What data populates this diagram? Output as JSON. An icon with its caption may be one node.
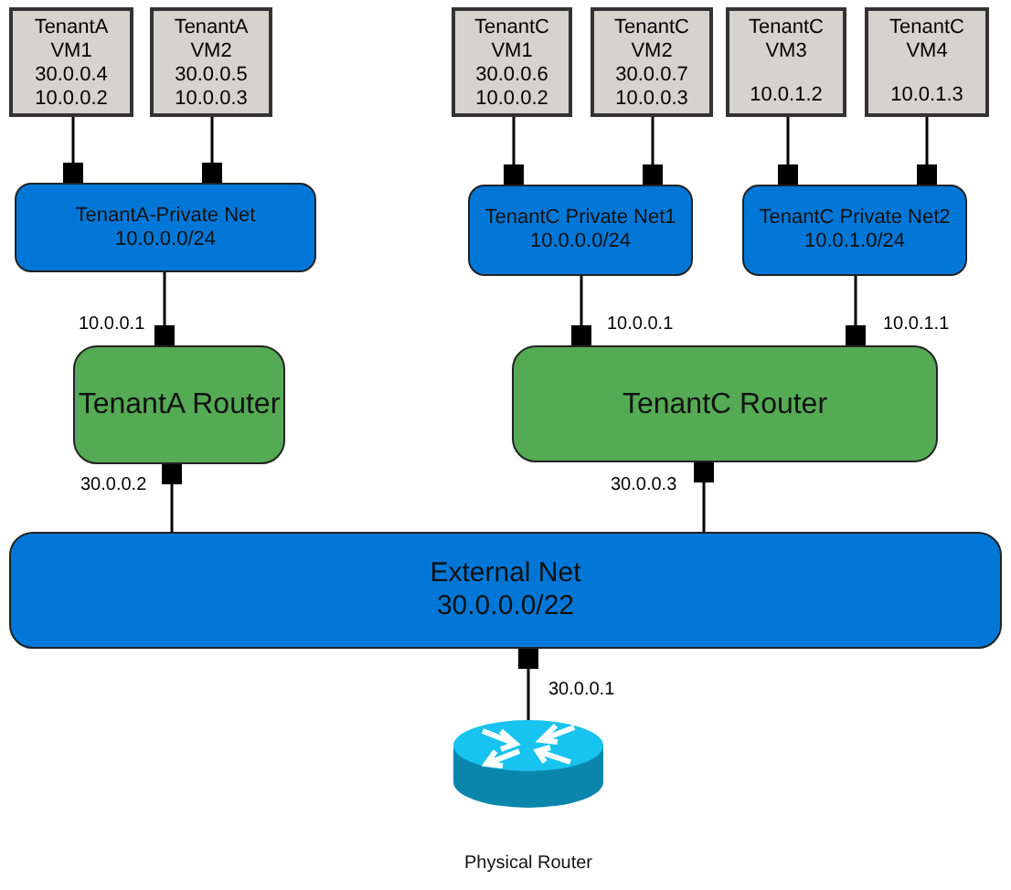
{
  "diagram": {
    "nodes": [
      {
        "text": [
          "TenantA VM1",
          "30.0.0.4 10.0.0.2"
        ]
      },
      {
        "text": [
          "TenantA VM2",
          "30.0.0.5 10.0.0.3"
        ]
      },
      {
        "text": [
          "TenantC VM1",
          "30.0.0.6 10.0.0.2"
        ]
      },
      {
        "text": [
          "TenantC VM2",
          "30.0.0.7 10.0.0.3"
        ]
      },
      {
        "text": [
          "TenantC VM3",
          "10.0.1.2"
        ]
      },
      {
        "text": [
          "TenantC VM4",
          "10.0.1.3"
        ]
      },
      {
        "text": [
          "TenantA-Private Net",
          "10.0.0.0/24"
        ]
      },
      {
        "text": [
          "TenantC Private Net1",
          "10.0.0.0/24"
        ]
      },
      {
        "text": [
          "TenantC Private Net2",
          "10.0.1.0/24"
        ]
      },
      {
        "text": [
          "TenantA Router"
        ]
      },
      {
        "text": [
          "TenantC Router"
        ]
      },
      {
        "text": [
          "External Net",
          "30.0.0.0/22"
        ]
      },
      {
        "text": [
          "Physical Router"
        ]
      }
    ],
    "edges": [
      {
        "from": 0,
        "to": 6,
        "arrow": "other"
      },
      {
        "from": 1,
        "to": 6,
        "arrow": "other"
      },
      {
        "from": 2,
        "to": 7,
        "arrow": "other"
      },
      {
        "from": 3,
        "to": 7,
        "arrow": "other"
      },
      {
        "from": 4,
        "to": 8,
        "arrow": "other"
      },
      {
        "from": 5,
        "to": 8,
        "arrow": "other"
      },
      {
        "from": 6,
        "to": 9,
        "arrow": "other",
        "label": "10.0.0.1"
      },
      {
        "from": 7,
        "to": 10,
        "arrow": "other",
        "label": "10.0.0.1"
      },
      {
        "from": 8,
        "to": 10,
        "arrow": "other",
        "label": "10.0.1.1"
      },
      {
        "from": 11,
        "to": 9,
        "arrow": "other",
        "label": "30.0.0.2"
      },
      {
        "from": 11,
        "to": 10,
        "arrow": "other",
        "label": "30.0.0.3"
      },
      {
        "from": 12,
        "to": 11,
        "arrow": "other",
        "label": "30.0.0.1"
      }
    ]
  }
}
